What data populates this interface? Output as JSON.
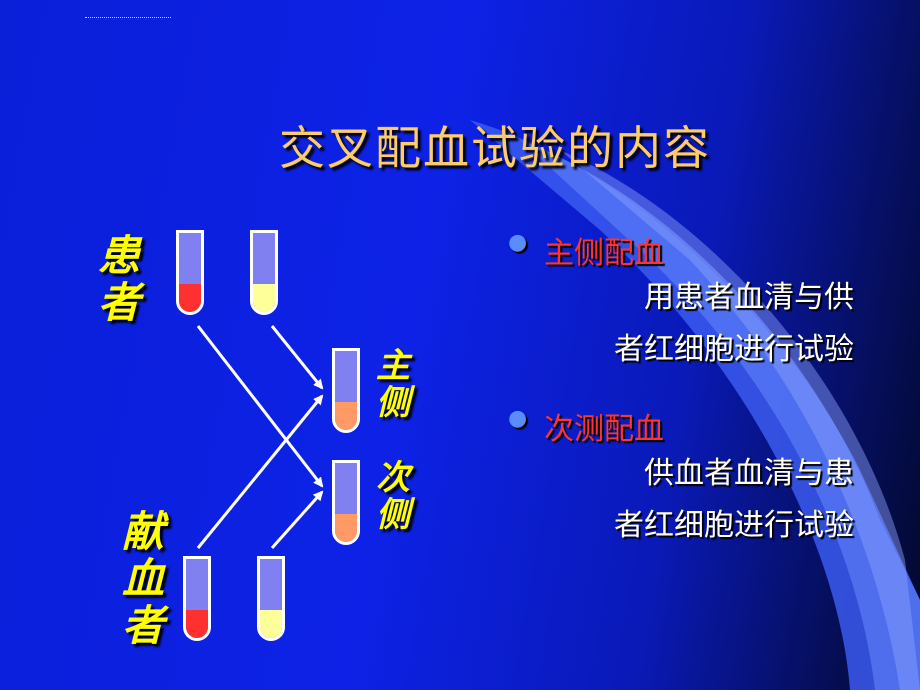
{
  "title": "交叉配血试验的内容",
  "labels": {
    "patient": [
      "患",
      "者"
    ],
    "donor": [
      "献",
      "血",
      "者"
    ],
    "major_side": [
      "主",
      "侧"
    ],
    "minor_side": [
      "次",
      "侧"
    ]
  },
  "bullets": [
    {
      "heading": "主侧配血",
      "lines": [
        "用患者血清与供",
        "者红细胞进行试验"
      ]
    },
    {
      "heading": "次测配血",
      "lines": [
        "供血者血清与患",
        "者红细胞进行试验"
      ]
    }
  ],
  "colors": {
    "title": "#ffcc66",
    "labels": "#ffff00",
    "bullet_heading": "#ff3333",
    "bullet_dot": "#5a8cff",
    "tube_body": "#8080f0",
    "red_cells": "#ff3030",
    "serum": "#ffff99",
    "mixed": "#ff9966"
  }
}
